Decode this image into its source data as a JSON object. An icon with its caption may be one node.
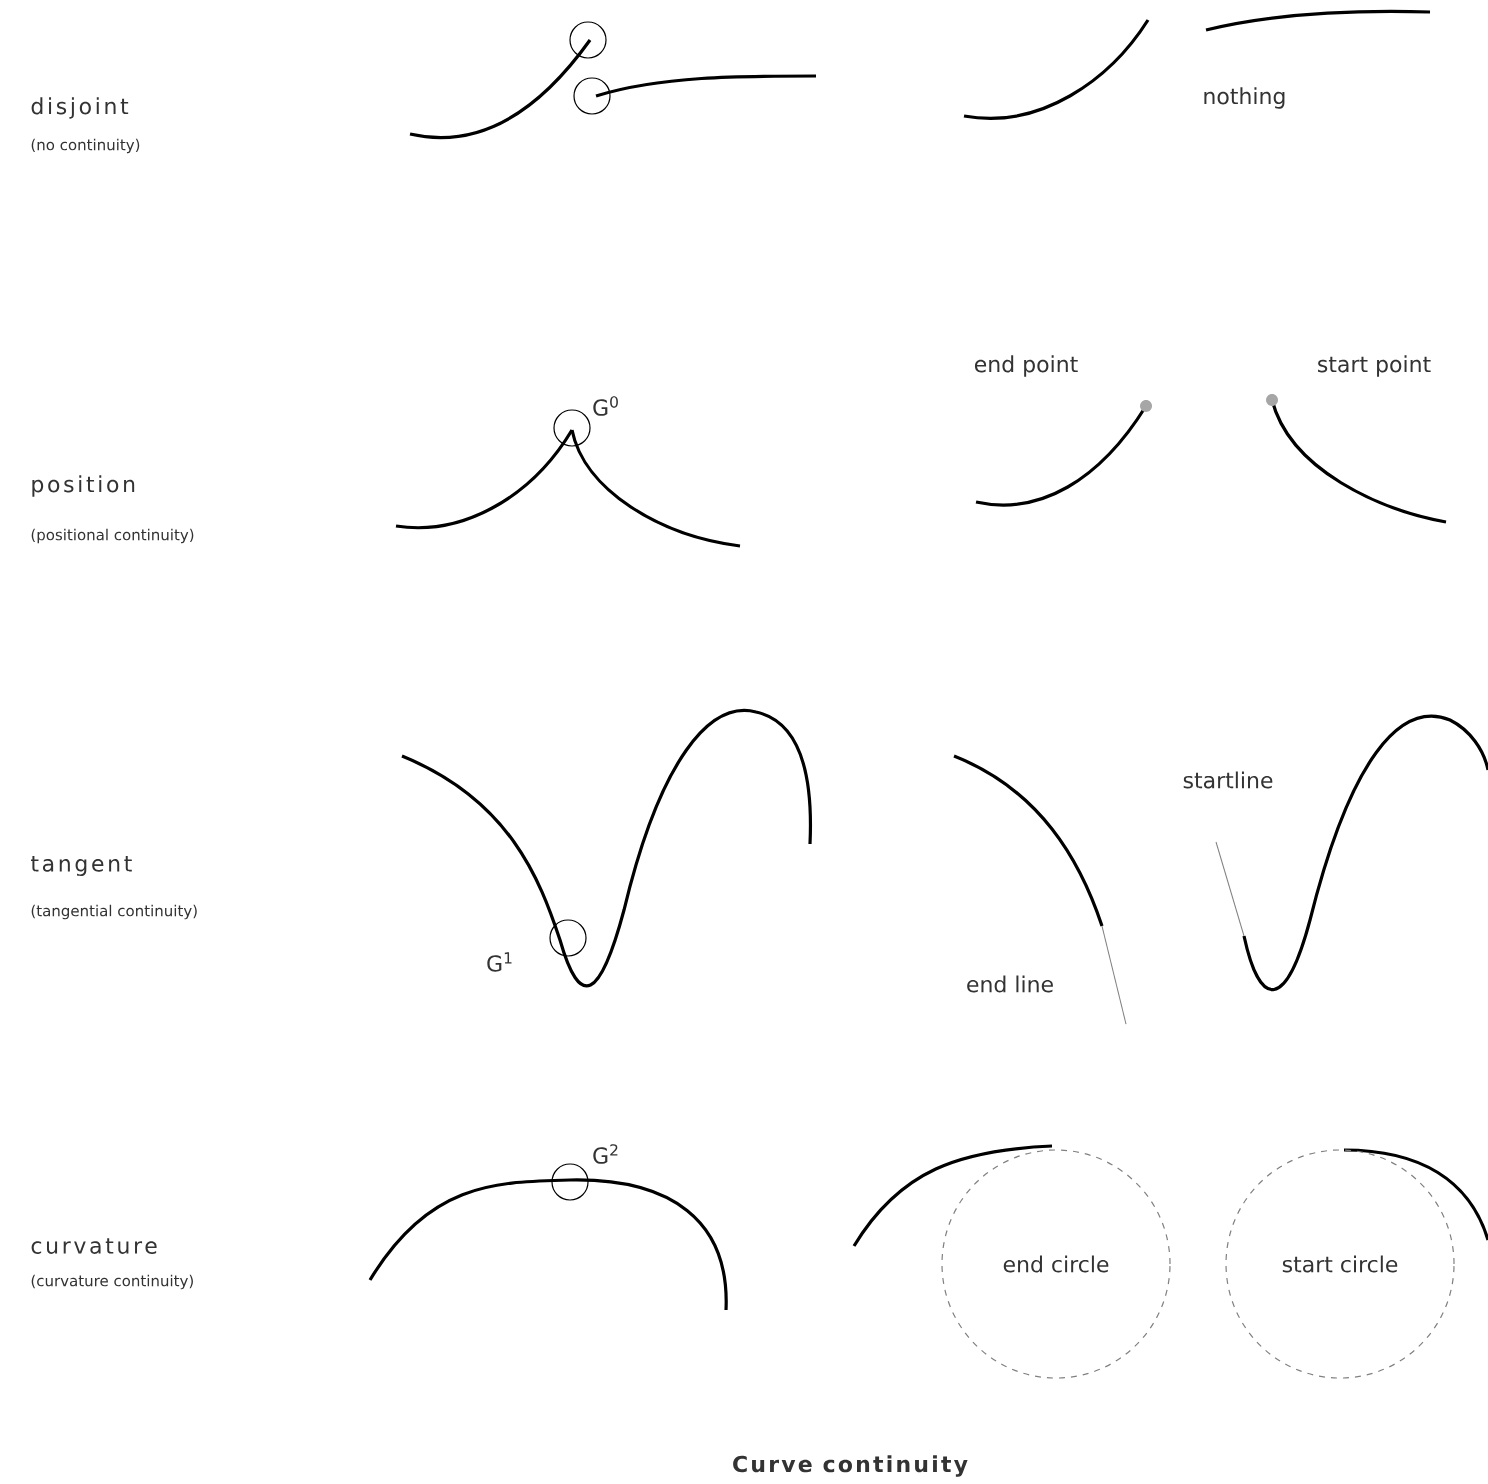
{
  "diagram": {
    "caption": "Curve continuity",
    "nodes": [
      {
        "text": [
          "end circle"
        ]
      },
      {
        "text": [
          "start circle"
        ]
      }
    ],
    "labels": [
      "disjoint",
      "(no continuity)",
      "nothing",
      "end point",
      "start point",
      "G$^{0}$",
      "position",
      "(positional continuity)",
      "startline",
      "tangent",
      "(tangential continuity)",
      "G$^{1}$",
      "end line",
      "G$^{2}$",
      "curvature",
      "(curvature continuity)"
    ]
  }
}
